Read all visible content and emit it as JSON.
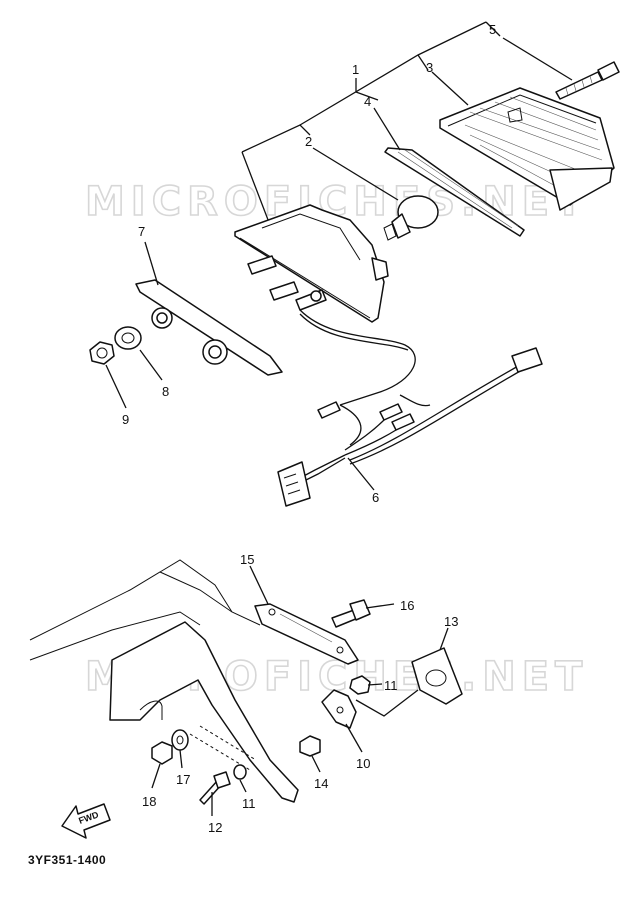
{
  "diagram": {
    "code": "3YF351-1400",
    "watermark": "MICROFICHES.NET",
    "front_marker": "FWD",
    "callouts": {
      "c1": "1",
      "c2": "2",
      "c3": "3",
      "c4": "4",
      "c5": "5",
      "c6": "6",
      "c7": "7",
      "c8": "8",
      "c9": "9",
      "c10": "10",
      "c11a": "11",
      "c11b": "11",
      "c12": "12",
      "c13": "13",
      "c14": "14",
      "c15": "15",
      "c16": "16",
      "c17": "17",
      "c18": "18"
    }
  }
}
